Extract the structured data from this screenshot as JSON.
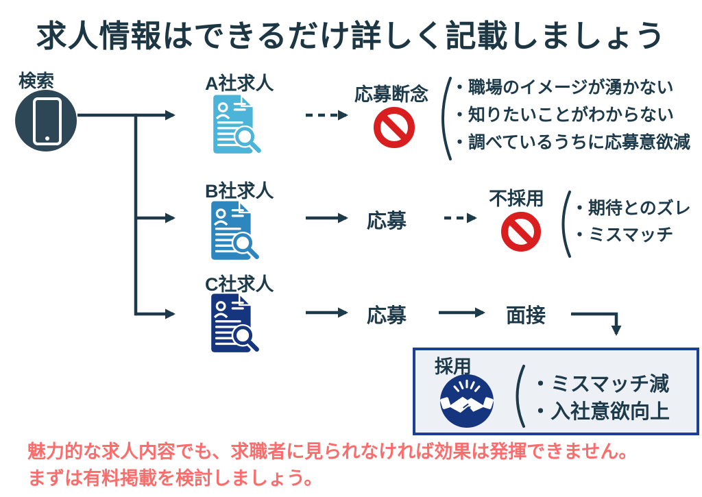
{
  "title": "求人情報はできるだけ詳しく記載しましょう",
  "search": {
    "label": "検索"
  },
  "rows": [
    {
      "company": "A社求人",
      "outcome": "応募断念",
      "reasons": [
        "・職場のイメージが湧かない",
        "・知りたいことがわからない",
        "・調べているうちに応募意欲減"
      ]
    },
    {
      "company": "B社求人",
      "step": "応募",
      "outcome": "不採用",
      "reasons": [
        "・期待とのズレ",
        "・ミスマッチ"
      ]
    },
    {
      "company": "C社求人",
      "steps": [
        "応募",
        "面接"
      ]
    }
  ],
  "result_box": {
    "label": "採用",
    "benefits": [
      "・ミスマッチ減",
      "・入社意欲向上"
    ]
  },
  "footer": {
    "lines": [
      "魅力的な求人内容でも、求職者に見られなければ効果は発揮できません。",
      "まずは有料掲載を検討しましょう。"
    ]
  },
  "colors": {
    "ink": "#1d3a4a",
    "phone_circle": "#2e4756",
    "doc_a": "#4cb4d8",
    "doc_b": "#2e86be",
    "doc_c": "#16357f",
    "prohibition_red": "#d81e1e",
    "box_border": "#1a3f94",
    "box_bg": "#edf1f6",
    "handshake_blue": "#15357e",
    "footer_red": "#fa6d6d"
  }
}
